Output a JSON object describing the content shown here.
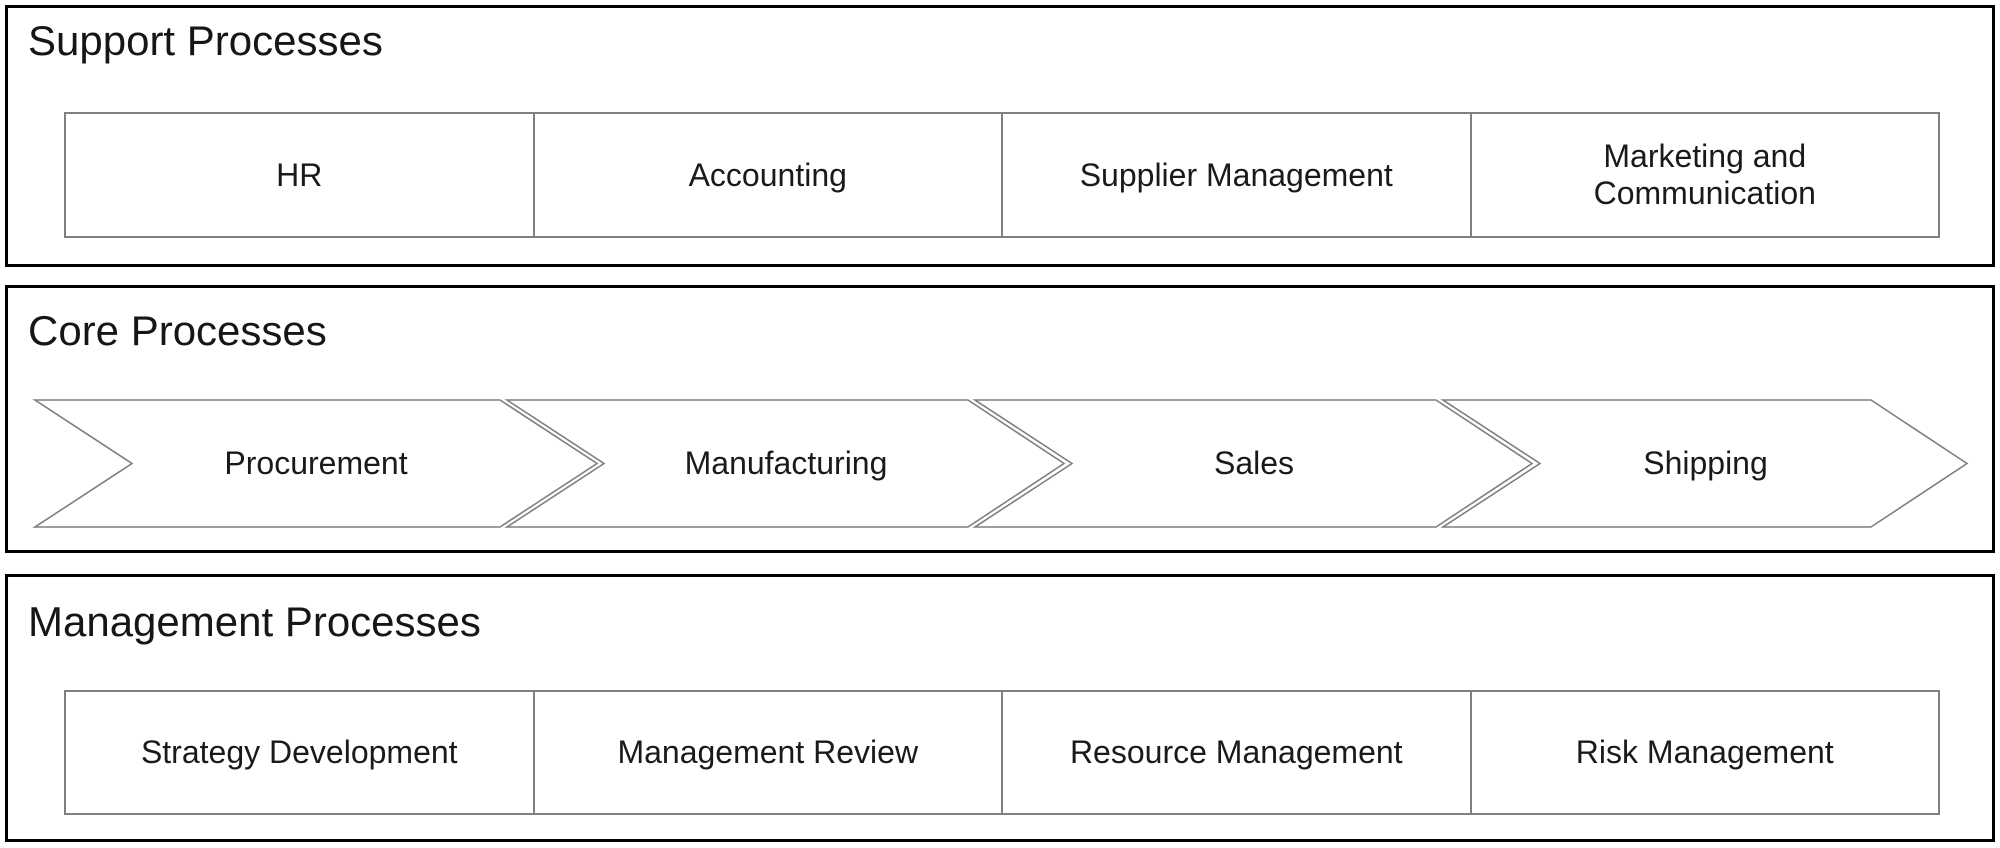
{
  "support": {
    "title": "Support Processes",
    "items": [
      "HR",
      "Accounting",
      "Supplier Management",
      "Marketing and\nCommunication"
    ]
  },
  "core": {
    "title": "Core Processes",
    "items": [
      "Procurement",
      "Manufacturing",
      "Sales",
      "Shipping"
    ]
  },
  "management": {
    "title": "Management Processes",
    "items": [
      "Strategy Development",
      "Management Review",
      "Resource Management",
      "Risk Management"
    ]
  },
  "colors": {
    "background": "#ffffff",
    "panel_border": "#000000",
    "inner_border": "#7f7f7f",
    "chevron_stroke": "#7f7f7f",
    "text": "#1a1a1a"
  }
}
